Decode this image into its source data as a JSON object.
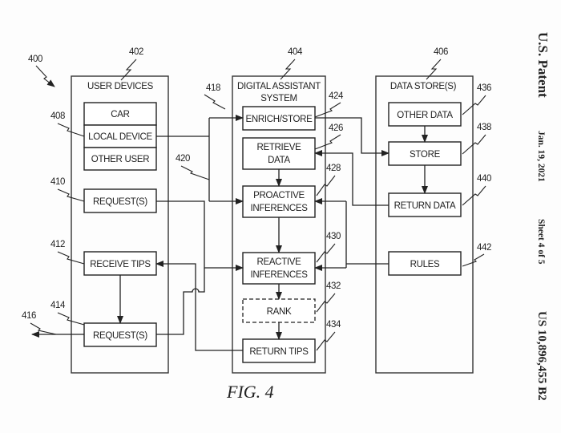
{
  "figure": {
    "id": "400",
    "caption": "FIG. 4"
  },
  "header": {
    "title": "U.S. Patent",
    "date": "Jan. 19, 2021",
    "sheet": "Sheet 4 of 5",
    "number": "US 10,896,455 B2"
  },
  "columns": {
    "user_devices": {
      "ref": "402",
      "title": "USER DEVICES",
      "device_group_ref": "408",
      "devices": [
        "CAR",
        "LOCAL DEVICE",
        "OTHER USER"
      ],
      "request1": {
        "ref": "410",
        "label": "REQUEST(S)"
      },
      "receive_tips": {
        "ref": "412",
        "label": "RECEIVE TIPS"
      },
      "request2": {
        "ref": "414",
        "label": "REQUEST(S)"
      },
      "output_ref": "416"
    },
    "assistant": {
      "ref": "404",
      "title_line1": "DIGITAL ASSISTANT",
      "title_line2": "SYSTEM",
      "enrich": {
        "ref": "424",
        "label": "ENRICH/STORE"
      },
      "retrieve": {
        "ref": "426",
        "line1": "RETRIEVE",
        "line2": "DATA"
      },
      "proactive": {
        "ref": "428",
        "line1": "PROACTIVE",
        "line2": "INFERENCES"
      },
      "reactive": {
        "ref": "430",
        "line1": "REACTIVE",
        "line2": "INFERENCES"
      },
      "rank": {
        "ref": "432",
        "label": "RANK"
      },
      "return_tips": {
        "ref": "434",
        "label": "RETURN TIPS"
      }
    },
    "data_store": {
      "ref": "406",
      "title": "DATA STORE(S)",
      "other_data": {
        "ref": "436",
        "label": "OTHER DATA"
      },
      "store": {
        "ref": "438",
        "label": "STORE"
      },
      "return_data": {
        "ref": "440",
        "label": "RETURN DATA"
      },
      "rules": {
        "ref": "442",
        "label": "RULES"
      }
    }
  },
  "connectors": {
    "ref_418": "418",
    "ref_420": "420"
  }
}
